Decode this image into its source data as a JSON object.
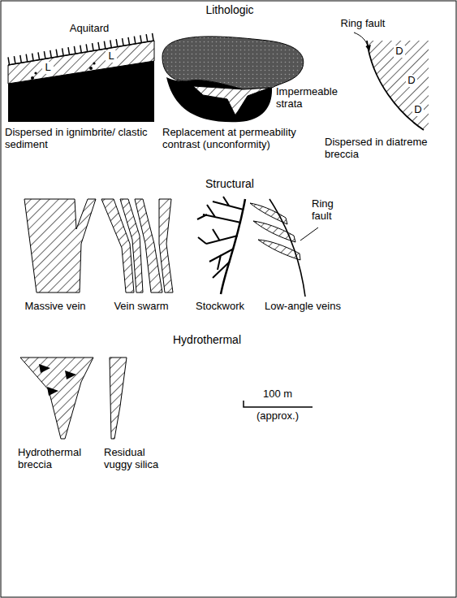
{
  "diagram": {
    "labels": [
      "Lithologic",
      "Aquitard",
      "L",
      "L",
      "Ring fault",
      "D",
      "D",
      "D",
      "Impermeable strata",
      "Dispersed in ignimbrite/ clastic sediment",
      "Replacement at permeability contrast (unconformity)",
      "Dispersed in diatreme breccia",
      "Structural",
      "Ring fault",
      "Massive vein",
      "Vein swarm",
      "Stockwork",
      "Low-angle veins",
      "Hydrothermal",
      "100 m",
      "(approx.)",
      "Hydrothermal breccia",
      "Residual vuggy silica"
    ]
  }
}
